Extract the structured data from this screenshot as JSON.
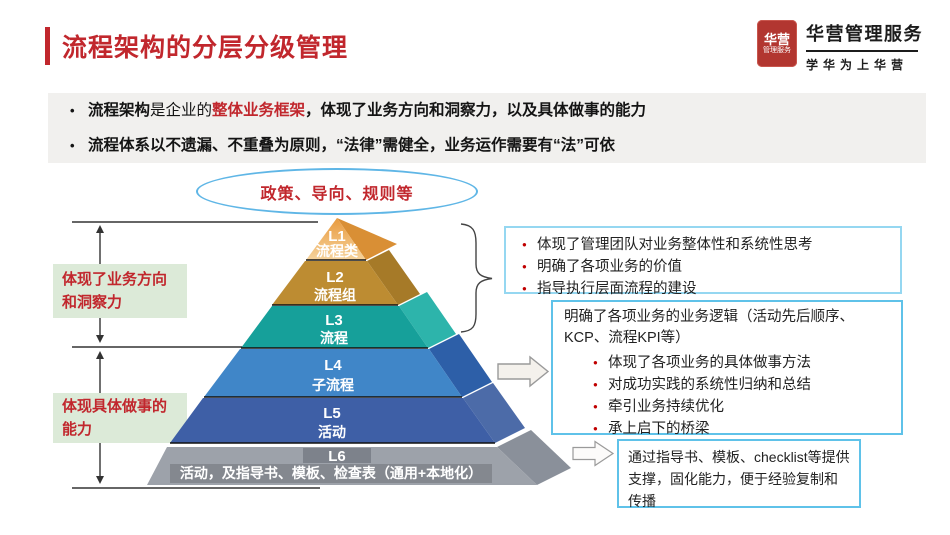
{
  "header": {
    "title": "流程架构的分层分级管理",
    "logo": {
      "seal_line1": "华营",
      "seal_line2": "管理服务",
      "name": "华营管理服务",
      "slogan": "学华为上华营"
    }
  },
  "intro": {
    "item1": {
      "lead_bold": "流程架构",
      "mid": "是企业的",
      "highlight": "整体业务框架",
      "rest": "，体现了业务方向和洞察力，以及具体做事的能力"
    },
    "item2": "流程体系以不遗漏、不重叠为原则，“法律”需健全，业务运作需要有“法”可依"
  },
  "ellipse": {
    "label": "政策、导向、规则等"
  },
  "left_annotations": {
    "box1": {
      "line1": "体现了业务方向",
      "line2": "和洞察力"
    },
    "box2": {
      "line1": "体现具体做事的",
      "line2": "能力"
    }
  },
  "pyramid": {
    "levels": [
      {
        "id": "L1",
        "name": "流程类"
      },
      {
        "id": "L2",
        "name": "流程组"
      },
      {
        "id": "L3",
        "name": "流程"
      },
      {
        "id": "L4",
        "name": "子流程"
      },
      {
        "id": "L5",
        "name": "活动"
      },
      {
        "id": "L6",
        "name": "活动，及指导书、模板、检查表（通用+本地化）"
      }
    ],
    "colors": {
      "l1_front_top": "#e89a3e",
      "l1_front_bottom": "#f6d39c",
      "l2_front": "#bd8c32",
      "l3_front": "#16a09a",
      "l4_front": "#4086c8",
      "l5_front": "#3e5fa6",
      "l6_front": "#9da2aa",
      "l6_band": "#84888f"
    }
  },
  "right_boxes": {
    "box1": {
      "bullets": [
        "体现了管理团队对业务整体性和系统性思考",
        "明确了各项业务的价值",
        "指导执行层面流程的建设"
      ]
    },
    "box2": {
      "heading": "明确了各项业务的业务逻辑（活动先后顺序、KCP、流程KPI等）",
      "bullets": [
        "体现了各项业务的具体做事方法",
        "对成功实践的系统性归纳和总结",
        "牵引业务持续优化",
        "承上启下的桥梁"
      ]
    },
    "box3": {
      "text": "通过指导书、模板、checklist等提供支撑，固化能力，便于经验复制和传播"
    }
  },
  "accent_colors": {
    "title_red": "#c1272d",
    "box_border_blue": "#5fc2e9",
    "bullet_red": "#c00000",
    "green_label_bg": "#dcead8"
  }
}
